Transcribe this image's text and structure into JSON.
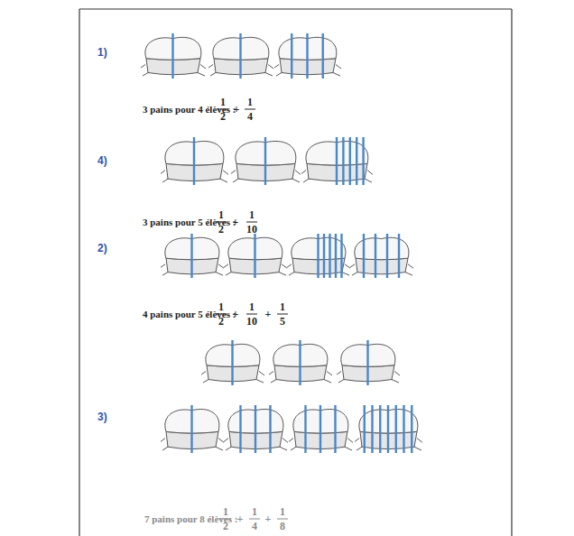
{
  "diagram": {
    "labels": [
      "1)",
      "3 pains pour 4 élèves :",
      "1",
      "2",
      "+",
      "1",
      "4",
      "4)",
      "3 pains pour 5 élèves :",
      "1",
      "2",
      "+",
      "1",
      "10",
      "2)",
      "4 pains pour 5 élèves :",
      "1",
      "2",
      "+",
      "1",
      "10",
      "+",
      "1",
      "5",
      "3)",
      "7 pains pour 8 élèves :",
      "1",
      "2",
      "+",
      "1",
      "4",
      "+",
      "1",
      "8"
    ]
  }
}
